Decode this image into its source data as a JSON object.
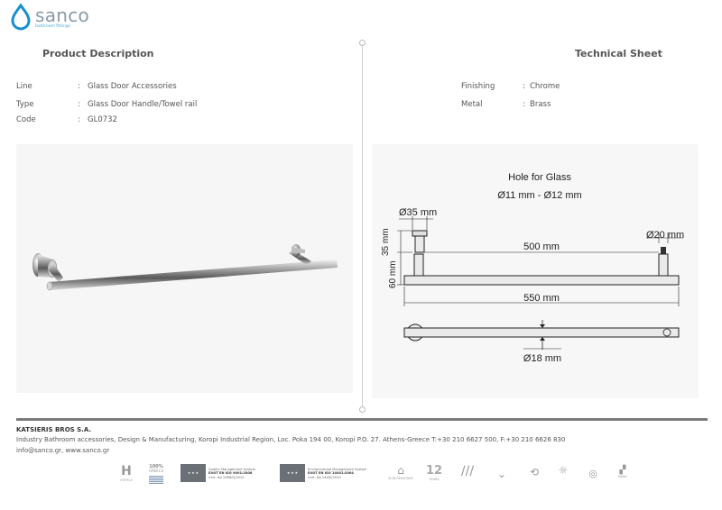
{
  "brand": {
    "name": "sanco",
    "tagline": "bathroom fittings",
    "colors": {
      "drop": "#1a8fd0",
      "name": "#8a9aa6"
    }
  },
  "product_description": {
    "title": "Product Description",
    "rows": [
      {
        "label": "Line",
        "value": "Glass Door Accessories"
      },
      {
        "label": "Type",
        "value": "Glass Door Handle/Towel rail"
      },
      {
        "label": "Code",
        "value": "GL0732"
      }
    ]
  },
  "technical_sheet": {
    "title": "Technical Sheet",
    "rows": [
      {
        "label": "Finishing",
        "value": "Chrome"
      },
      {
        "label": "Metal",
        "value": "Brass"
      }
    ]
  },
  "separator": ":",
  "drawing": {
    "hole_title": "Hole for Glass",
    "hole_sizes": "Ø11 mm - Ø12 mm",
    "dim_flange": "Ø35 mm",
    "dim_post": "Ø20 mm",
    "dim_height_top": "35 mm",
    "dim_height": "60 mm",
    "dim_inner": "500 mm",
    "dim_total": "550 mm",
    "dim_bar": "Ø18 mm"
  },
  "footer": {
    "company": "KATSIERIS BROS S.A.",
    "address": "Industry Bathroom accessories, Design & Manufacturing, Koropi Industrial Region, Loc. Poka 194 00, Koropi P.O. 27. Athens-Greece   T:+30 210 6627 500, F:+30 210 6626 830",
    "contact": "info@sanco.gr, www.sanco.gr"
  },
  "certifications": {
    "hotels": "HOTELS",
    "greece_pct": "100%",
    "greece": "GREECE",
    "qms_title": "Quality Management System",
    "qms_std": "ΕΛΟΤ EN ISO 9001:2008",
    "qms_cert": "Cert. No 1068/Q/2010",
    "ems_title": "Environmental Management System",
    "ems_std": "ΕΛΟΤ EN ISO 14001:2004",
    "ems_cert": "Cert. No 144/Ε/2010",
    "acid": "ACID RESISTANT",
    "years_num": "12",
    "years": "YEARS",
    "nano": "NANO"
  }
}
